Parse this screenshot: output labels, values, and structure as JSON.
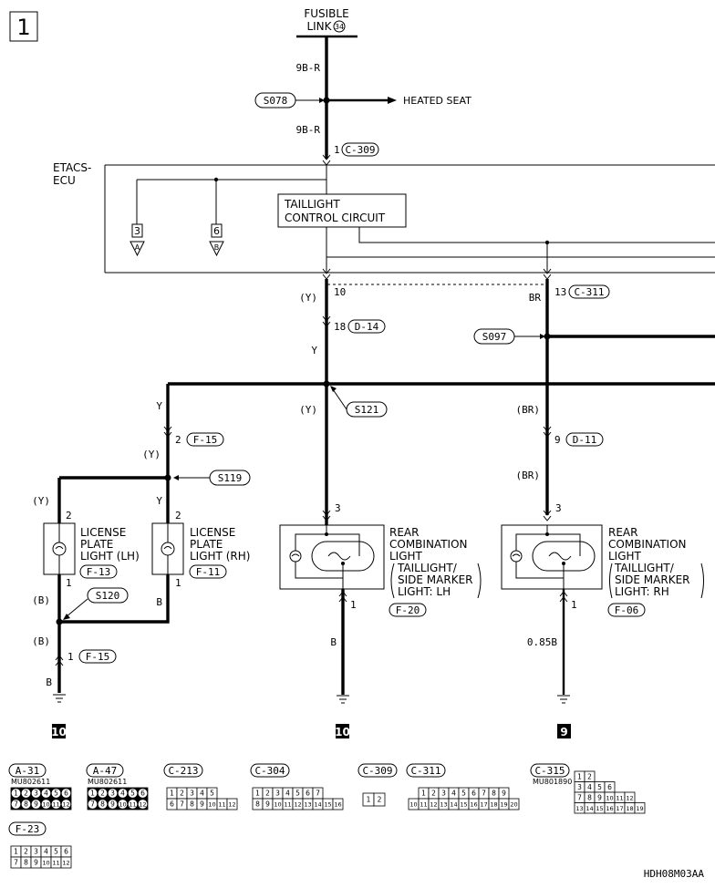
{
  "page_number": "1",
  "fusible_link": {
    "line1": "FUSIBLE",
    "line2": "LINK",
    "number": "34"
  },
  "wires": {
    "w9br_top": "9B-R",
    "w9br_bottom": "9B-R",
    "y_paren_10": "(Y)",
    "br_13": "BR",
    "y_main": "Y",
    "y_left": "Y",
    "y_paren_mid": "(Y)",
    "br_paren_mid": "(BR)",
    "y_paren_f15": "(Y)",
    "y_rh_plate": "Y",
    "br_paren_lower": "(BR)",
    "y_paren_lh": "(Y)",
    "b_paren_lh": "(B)",
    "b_rh_plate": "B",
    "b_paren_gnd": "(B)",
    "b_gnd": "B",
    "b_rear_lh": "B",
    "b085_rear_rh": "0.85B"
  },
  "splices": {
    "s078": "S078",
    "s097": "S097",
    "s121": "S121",
    "s119": "S119",
    "s120": "S120"
  },
  "heated_seat": "HEATED SEAT",
  "ecu": {
    "line1": "ETACS-",
    "line2": "ECU"
  },
  "taillight_circuit": {
    "line1": "TAILLIGHT",
    "line2": "CONTROL CIRCUIT"
  },
  "connectors": {
    "c309": {
      "pin": "1",
      "code": "C-309"
    },
    "pin10": "10",
    "c311": {
      "pin": "13",
      "code": "C-311"
    },
    "d14": {
      "pin": "18",
      "code": "D-14"
    },
    "f15_upper": {
      "pin": "2",
      "code": "F-15"
    },
    "d11": {
      "pin": "9",
      "code": "D-11"
    },
    "f15_lower": {
      "pin": "1",
      "code": "F-15"
    }
  },
  "refs": {
    "a_num": "3",
    "a_letter": "A",
    "b_num": "6",
    "b_letter": "B"
  },
  "components": {
    "plate_lh": {
      "l1": "LICENSE",
      "l2": "PLATE",
      "l3": "LIGHT (LH)",
      "code": "F-13",
      "pin_top": "2",
      "pin_bottom": "1"
    },
    "plate_rh": {
      "l1": "LICENSE",
      "l2": "PLATE",
      "l3": "LIGHT (RH)",
      "code": "F-11",
      "pin_top": "2",
      "pin_bottom": "1"
    },
    "rear_lh": {
      "l1": "REAR",
      "l2": "COMBINATION",
      "l3": "LIGHT",
      "l4": "TAILLIGHT/",
      "l5": "SIDE MARKER",
      "l6": "LIGHT: LH",
      "code": "F-20",
      "pin_top": "3",
      "pin_bottom": "1"
    },
    "rear_rh": {
      "l1": "REAR",
      "l2": "COMBINATION",
      "l3": "LIGHT",
      "l4": "TAILLIGHT/",
      "l5": "SIDE MARKER",
      "l6": "LIGHT: RH",
      "code": "F-06",
      "pin_top": "3",
      "pin_bottom": "1"
    }
  },
  "grounds": {
    "g_left": "10",
    "g_mid": "10",
    "g_right": "9"
  },
  "legend": {
    "a31": {
      "code": "A-31",
      "part": "MU802611",
      "row1": [
        "1",
        "2",
        "3",
        "4",
        "5",
        "6"
      ],
      "row2": [
        "7",
        "8",
        "9",
        "10",
        "11",
        "12"
      ]
    },
    "a47": {
      "code": "A-47",
      "part": "MU802611",
      "row1": [
        "1",
        "2",
        "3",
        "4",
        "5",
        "6"
      ],
      "row2": [
        "7",
        "8",
        "9",
        "10",
        "11",
        "12"
      ]
    },
    "c213": {
      "code": "C-213",
      "row1": [
        "1",
        "2",
        "3",
        "4",
        "5"
      ],
      "row2": [
        "6",
        "7",
        "8",
        "9",
        "10",
        "11",
        "12"
      ]
    },
    "c304": {
      "code": "C-304",
      "row1": [
        "1",
        "2",
        "3",
        "4",
        "5",
        "6",
        "7"
      ],
      "row2": [
        "8",
        "9",
        "10",
        "11",
        "12",
        "13",
        "14",
        "15",
        "16"
      ]
    },
    "c309": {
      "code": "C-309",
      "row1": [
        "1",
        "2"
      ]
    },
    "c311": {
      "code": "C-311",
      "row1": [
        "1",
        "2",
        "3",
        "4",
        "5",
        "6",
        "7",
        "8",
        "9"
      ],
      "row2": [
        "10",
        "11",
        "12",
        "13",
        "14",
        "15",
        "16",
        "17",
        "18",
        "19",
        "20"
      ]
    },
    "c315": {
      "code": "C-315",
      "part": "MU801890",
      "r1": [
        "1",
        "2"
      ],
      "r2": [
        "3",
        "4",
        "5",
        "6"
      ],
      "r3": [
        "7",
        "8",
        "9",
        "10",
        "11",
        "12"
      ],
      "r4": [
        "13",
        "14",
        "15",
        "16",
        "17",
        "18",
        "19"
      ]
    },
    "f23": {
      "code": "F-23",
      "row1": [
        "1",
        "2",
        "3",
        "4",
        "5",
        "6"
      ],
      "row2": [
        "7",
        "8",
        "9",
        "10",
        "11",
        "12"
      ]
    }
  },
  "drawing_id": "HDH08M03AA"
}
